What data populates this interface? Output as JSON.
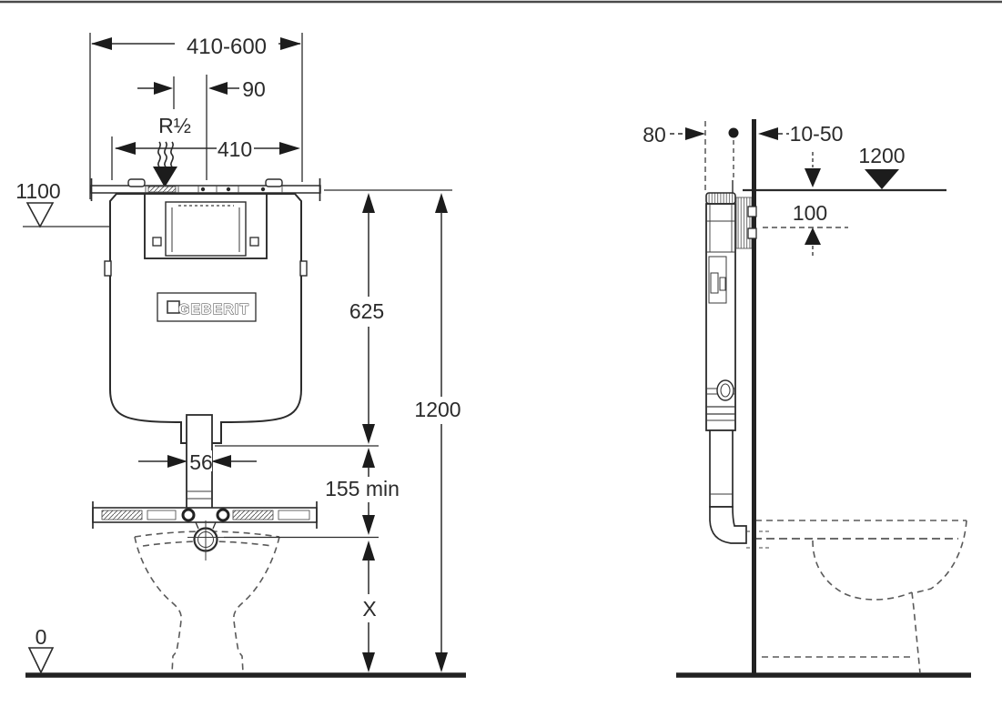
{
  "front_view": {
    "labels": {
      "width_range": "410-600",
      "supply_offset": "90",
      "supply_thread": "R½",
      "rail_width": "410",
      "top_level": "1100",
      "cistern_height": "625",
      "total_height": "1200",
      "outlet_width": "56",
      "min_distance": "155 min",
      "variable_height": "X",
      "floor_level": "0",
      "logo": "GEBERIT"
    }
  },
  "side_view": {
    "labels": {
      "depth": "80",
      "wall_finish_range": "10-50",
      "top_level": "1200",
      "offset_height": "100"
    }
  },
  "style": {
    "line_color": "#2b2b2b",
    "dash_color": "#5a5a5a",
    "border_color": "#3f3f3f"
  }
}
